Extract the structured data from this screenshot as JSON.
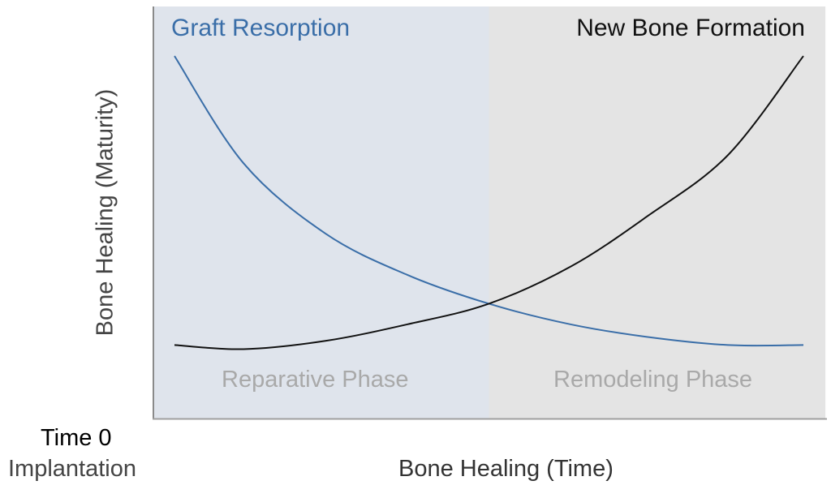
{
  "chart_data": {
    "type": "line",
    "xlabel": "Bone Healing (Time)",
    "ylabel": "Bone Healing (Maturity)",
    "x_origin_label": "Time 0",
    "x_origin_sublabel": "Implantation",
    "xlim": [
      0,
      1
    ],
    "ylim": [
      0,
      1
    ],
    "grid": false,
    "regions": [
      {
        "label": "Reparative Phase",
        "x_range": [
          -0.035,
          0.5
        ],
        "color": "#dfe4ec"
      },
      {
        "label": "Remodeling Phase",
        "x_range": [
          0.5,
          1.035
        ],
        "color": "#e4e4e4"
      }
    ],
    "x": [
      0,
      0.11,
      0.24,
      0.37,
      0.5,
      0.63,
      0.75,
      0.88,
      1.0
    ],
    "series": [
      {
        "name": "Graft Resorption",
        "color": "#3a6ea8",
        "values": [
          0.88,
          0.62,
          0.45,
          0.35,
          0.28,
          0.23,
          0.2,
          0.18,
          0.18
        ]
      },
      {
        "name": "New Bone Formation",
        "color": "#111111",
        "values": [
          0.18,
          0.17,
          0.19,
          0.23,
          0.28,
          0.37,
          0.49,
          0.64,
          0.88
        ]
      }
    ]
  }
}
